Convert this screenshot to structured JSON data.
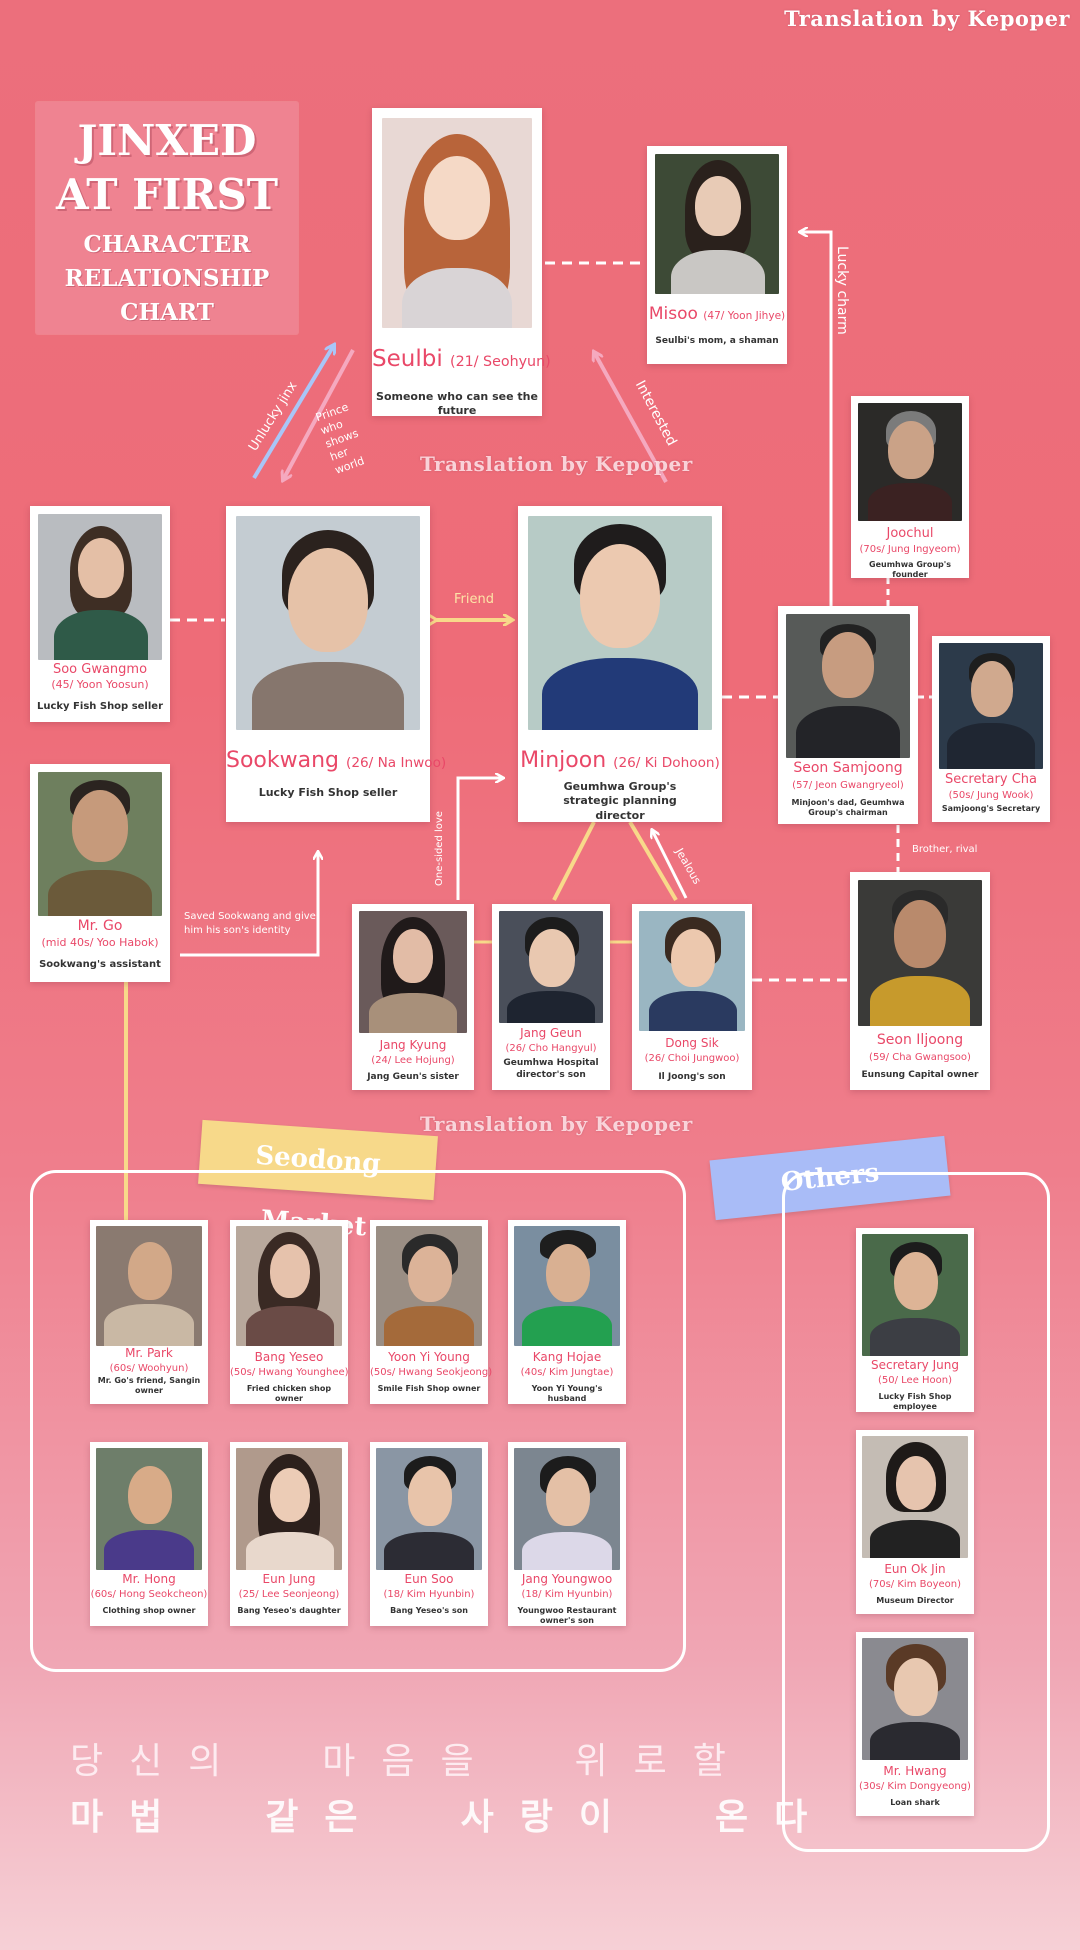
{
  "watermark": "Translation by Kepoper",
  "title": {
    "main": "JINXED\nAT FIRST",
    "sub": "CHARACTER\nRELATIONSHIP CHART"
  },
  "colors": {
    "background": "#ee6f7b",
    "name": "#e94868",
    "pink_arrow": "#f5a9bf",
    "blue_arrow": "#a9c6f7",
    "yellow_line": "#f8d98a",
    "seodong_tape": "#f7d98a",
    "others_tape": "#a9bcf7"
  },
  "main": {
    "seulbi": {
      "name": "Seulbi",
      "age": "(21/ Seohyun)",
      "desc": "Someone who can see the future"
    },
    "sookwang": {
      "name": "Sookwang",
      "age": "(26/ Na Inwoo)",
      "desc": "Lucky Fish Shop seller"
    },
    "minjoon": {
      "name": "Minjoon",
      "age": "(26/ Ki Dohoon)",
      "desc": "Geumhwa Group's strategic planning director"
    },
    "misoo": {
      "name": "Misoo",
      "age": "(47/ Yoon Jihye)",
      "desc": "Seulbi's mom, a shaman"
    },
    "gwangmo": {
      "name": "Soo Gwangmo",
      "age": "(45/ Yoon Yoosun)",
      "desc": "Lucky Fish Shop seller"
    },
    "mrgo": {
      "name": "Mr. Go",
      "age": "(mid 40s/ Yoo Habok)",
      "desc": "Sookwang's assistant"
    },
    "joochul": {
      "name": "Joochul",
      "age": "(70s/ Jung Ingyeom)",
      "desc": "Geumhwa Group's founder"
    },
    "samjoong": {
      "name": "Seon Samjoong",
      "age": "(57/ Jeon Gwangryeol)",
      "desc": "Minjoon's dad, Geumhwa Group's chairman"
    },
    "seccha": {
      "name": "Secretary Cha",
      "age": "(50s/ Jung Wook)",
      "desc": "Samjoong's Secretary"
    },
    "iljoong": {
      "name": "Seon Iljoong",
      "age": "(59/ Cha Gwangsoo)",
      "desc": "Eunsung Capital owner"
    },
    "jangkyung": {
      "name": "Jang Kyung",
      "age": "(24/ Lee Hojung)",
      "desc": "Jang Geun's sister"
    },
    "janggeun": {
      "name": "Jang Geun",
      "age": "(26/ Cho Hangyul)",
      "desc": "Geumhwa Hospital director's son"
    },
    "dongsik": {
      "name": "Dong Sik",
      "age": "(26/ Choi Jungwoo)",
      "desc": "Il Joong's son"
    }
  },
  "relations": {
    "unlucky_jinx": "Unlucky jinx",
    "prince": "Prince\nwho\nshows\nher\nworld",
    "interested": "Interested",
    "lucky_charm": "Lucky charm",
    "friend": "Friend",
    "one_sided": "One-sided love",
    "saved": "Saved Sookwang and give\nhim his son's identity",
    "jealous": "Jealous",
    "brother": "Brother, rival"
  },
  "groups": {
    "seodong": "Seodong Market",
    "others": "Others"
  },
  "seodong": [
    {
      "name": "Mr. Park",
      "age": "(60s/ Woohyun)",
      "desc": "Mr. Go's friend, Sangin owner"
    },
    {
      "name": "Bang Yeseo",
      "age": "(50s/ Hwang Younghee)",
      "desc": "Fried chicken shop owner"
    },
    {
      "name": "Yoon Yi Young",
      "age": "(50s/ Hwang Seokjeong)",
      "desc": "Smile Fish Shop owner"
    },
    {
      "name": "Kang Hojae",
      "age": "(40s/ Kim Jungtae)",
      "desc": "Yoon Yi Young's husband"
    },
    {
      "name": "Mr. Hong",
      "age": "(60s/ Hong Seokcheon)",
      "desc": "Clothing shop owner"
    },
    {
      "name": "Eun Jung",
      "age": "(25/ Lee Seonjeong)",
      "desc": "Bang Yeseo's daughter"
    },
    {
      "name": "Eun Soo",
      "age": "(18/ Kim Hyunbin)",
      "desc": "Bang Yeseo's son"
    },
    {
      "name": "Jang Youngwoo",
      "age": "(18/ Kim Hyunbin)",
      "desc": "Youngwoo Restaurant owner's son"
    }
  ],
  "others": [
    {
      "name": "Secretary Jung",
      "age": "(50/ Lee Hoon)",
      "desc": "Lucky Fish Shop employee"
    },
    {
      "name": "Eun Ok Jin",
      "age": "(70s/ Kim Boyeon)",
      "desc": "Museum Director"
    },
    {
      "name": "Mr. Hwang",
      "age": "(30s/ Kim Dongyeong)",
      "desc": "Loan shark"
    }
  ],
  "tagline": {
    "line1": "당신의  마음을  위로할",
    "line2": "마법  같은  사랑이  온다"
  }
}
